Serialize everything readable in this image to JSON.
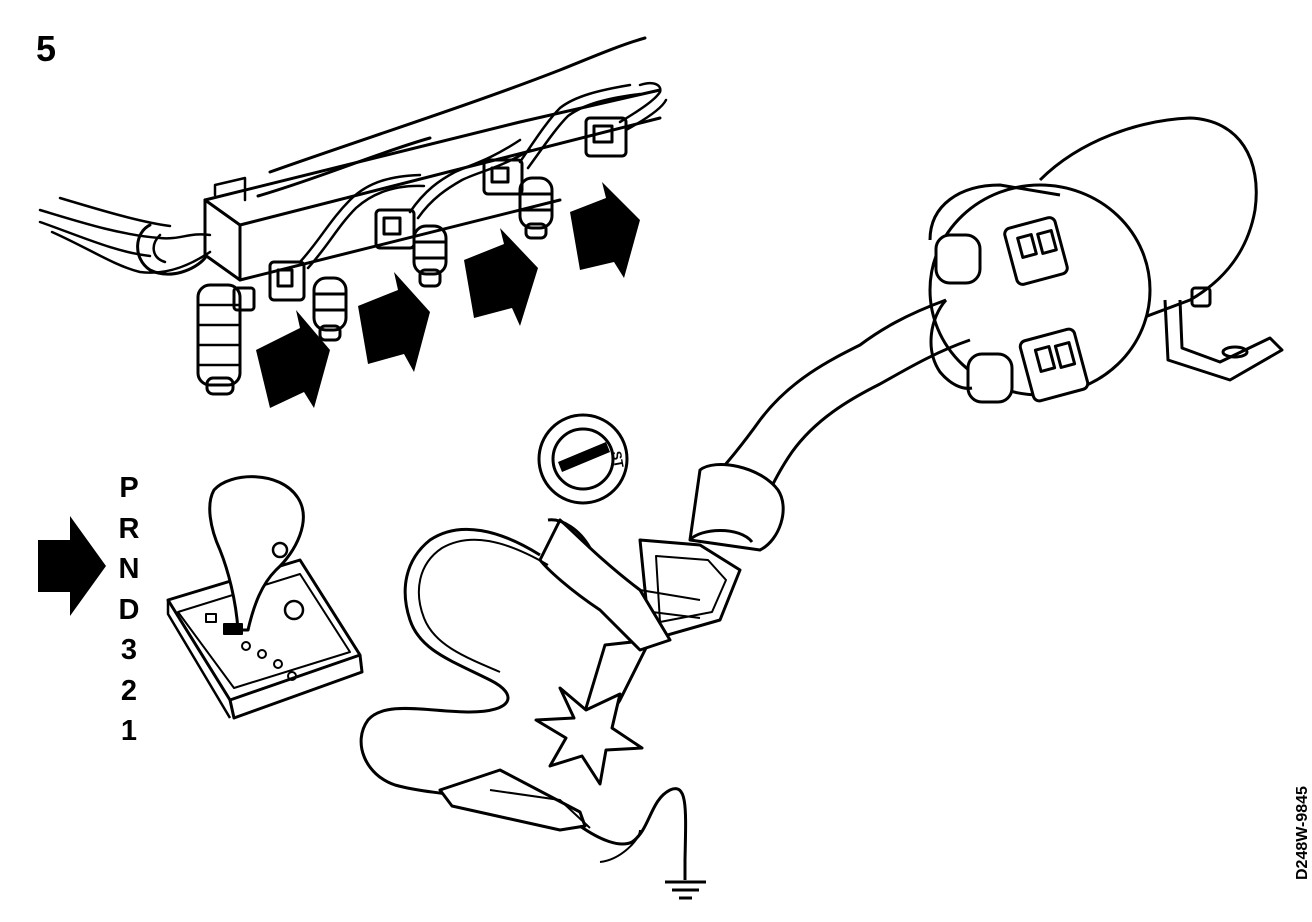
{
  "step_number": "5",
  "gear_positions": [
    "P",
    "R",
    "N",
    "D",
    "3",
    "2",
    "1"
  ],
  "selected_gear": "N",
  "ignition_label": "ST",
  "figure_code": "D248W-9845",
  "colors": {
    "ink": "#000000",
    "paper": "#ffffff"
  }
}
